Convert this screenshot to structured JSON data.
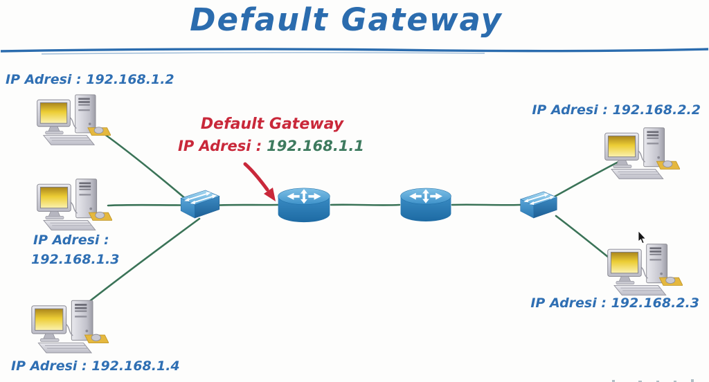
{
  "title": "Default Gateway",
  "gateway": {
    "name_label": "Default Gateway",
    "ip_prefix": "IP Adresi :",
    "ip_value": "192.168.1.1"
  },
  "hosts": {
    "pc1": {
      "label": "IP Adresi : 192.168.1.2"
    },
    "pc2": {
      "label_line1": "IP Adresi :",
      "label_line2": "192.168.1.3"
    },
    "pc3": {
      "label": "IP Adresi : 192.168.1.4"
    },
    "pc4": {
      "label": "IP Adresi : 192.168.2.2"
    },
    "pc5": {
      "label": "IP Adresi : 192.168.2.3"
    }
  },
  "icons": {
    "computer": "desktop-computer-icon",
    "router": "cisco-router-icon",
    "switch": "workgroup-switch-icon",
    "cursor": "mouse-pointer-icon",
    "annotation": "red-arrow-icon"
  },
  "colors": {
    "title_blue": "#2b6cae",
    "label_blue": "#2f6fb3",
    "accent_red": "#c9283a",
    "ip_green": "#3d7a5e",
    "link_green": "#2f6b4e",
    "device_blue": "#2e7fbe"
  }
}
